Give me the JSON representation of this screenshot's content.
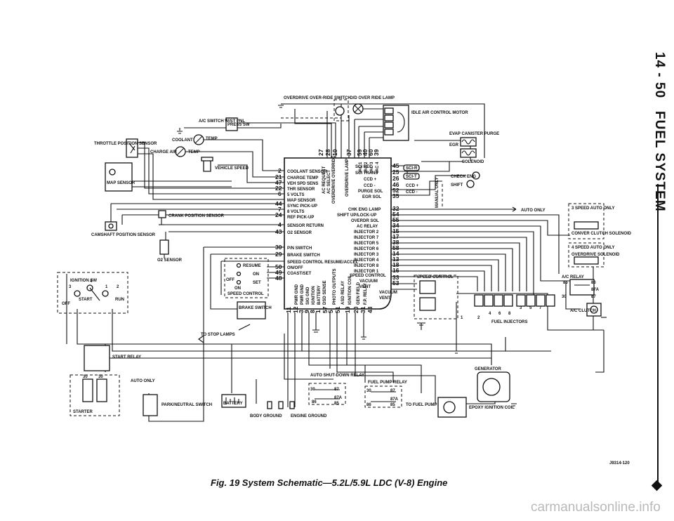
{
  "header": {
    "page_number": "14 - 50",
    "section_title": "FUEL SYSTEM"
  },
  "caption": "Fig. 19 System Schematic—5.2L/5.9L LDC (V-8) Engine",
  "figure_code": "J9314-120",
  "watermark": "carmanualsonline.info",
  "components": {
    "overdrive_switch": "OVERDRIVE OVER-RIDE SWITCH",
    "od_lamp": "O/D OVER RIDE LAMP",
    "idle_air": "IDLE AIR CONTROL MOTOR",
    "ac_switch": "A/C SWITCH W/ST PNL",
    "press_sw": "PRESS SW",
    "coolant_temp": "COOLANT",
    "temp1": "TEMP",
    "charge_air": "CHARGE AIR",
    "temp2": "TEMP",
    "throttle": "THROTTLE POSITION SENSOR",
    "map": "MAP SENSOR",
    "vehicle_speed": "VEHICLE SPEED",
    "crank": "CRANK POSITION SENSOR",
    "cam": "CAMSHAFT POSITION SENSOR",
    "o2": "O2 SENSOR",
    "evap": "EVAP CANISTER PURGE",
    "egr": "EGR",
    "solenoid": "SOLENOID",
    "check_eng": "CHECK ENG",
    "shift": "SHIFT",
    "manual_only": "MANUAL ONLY",
    "auto_only": "AUTO ONLY",
    "speed_auto_1": "3 SPEED AUTO ONLY",
    "conv_clutch": "CONVER CLUTCH SOLENOID",
    "speed_auto_2": "4 SPEED AUTO ONLY",
    "overdrive_sol": "OVERDRIVE SOLENOID",
    "ac_relay": "A/C RELAY",
    "ac_clutch": "A/C CLUTCH",
    "ignition_sw": "IGNITION SW",
    "start": "START",
    "run": "RUN",
    "off": "OFF",
    "start_relay": "START RELAY",
    "auto_only_2": "AUTO ONLY",
    "park_neutral": "PARK/NEUTRAL SWITCH",
    "starter": "STARTER",
    "battery": "BATTERY",
    "body_ground": "BODY GROUND",
    "engine_ground": "ENGINE GROUND",
    "brake_switch": "BRAKE SWITCH",
    "stop_lamps": "TO STOP LAMPS",
    "speed_control_sw": "SPEED CONTROL",
    "resume": "RESUME",
    "on": "ON",
    "set": "SET",
    "off2": "OFF",
    "on2": "ON",
    "auto_shutdown": "AUTO SHUT-DOWN RELAY",
    "fuel_pump_relay": "FUEL PUMP RELAY",
    "to_fuel_pump": "TO FUEL PUMP",
    "generator": "GENERATOR",
    "epoxy_coil": "EPOXY IGNITION COIL",
    "speed_control_vac": "SPEED CONTROL",
    "vacuum": "VACUUM",
    "vent": "VENT",
    "fuel_injectors": "FUEL INJECTORS"
  },
  "ecu_left": {
    "pins": [
      "2",
      "21",
      "47",
      "22",
      "6",
      "44",
      "7",
      "24",
      "4",
      "43",
      "30",
      "29",
      "50",
      "49",
      "48"
    ],
    "labels": [
      "COOLANT SENSOR",
      "CHARGE TEMP",
      "VEH SPD SENS",
      "THR SENSOR",
      "5 VOLTS",
      "MAP SENSOR",
      "SYNC PICK-UP",
      "8 VOLTS",
      "REF PICK-UP",
      "SENSOR RETURN",
      "O2 SENSOR",
      "P/N SWITCH",
      "BRAKE SWITCH",
      "SPEED CONTROL RESUME/ACCEL",
      "ON/OFF",
      "COAST/SET"
    ]
  },
  "ecu_top": {
    "pins": [
      "27",
      "28",
      "10",
      "37",
      "59",
      "40",
      "60",
      "39"
    ],
    "labels": [
      "AC REQUEST",
      "AC SELECT",
      "OVERDRIVE OVERRIDE",
      "OVERDRIVE LAMP",
      "IAC 1",
      "IAC 2",
      "IAC 3",
      "IAC 4"
    ]
  },
  "ecu_right": {
    "pins": [
      "45",
      "25",
      "26",
      "46",
      "52",
      "35",
      "32",
      "54",
      "55",
      "34",
      "15",
      "17",
      "38",
      "58",
      "14",
      "13",
      "18",
      "16",
      "33",
      "53"
    ],
    "labels": [
      "SCI REC",
      "SCI TRANS",
      "CCD +",
      "CCD -",
      "PURGE SOL",
      "EGR SOL",
      "CHK ENG LAMP",
      "SHIFT UP/LOCK-UP",
      "OVERDR SOL",
      "AC RELAY",
      "INJECTOR 2",
      "INJECTOR 7",
      "INJECTOR 5",
      "INJECTOR 6",
      "INJECTOR 3",
      "INJECTOR 4",
      "INJECTOR 8",
      "INJECTOR 1",
      "SPEED CONTROL",
      "VACUUM",
      "VENT"
    ],
    "connector_labels": [
      "SCI-R",
      "SCI-T",
      "CCD +",
      "CCD -"
    ]
  },
  "ecu_bottom": {
    "pins": [
      "11",
      "12",
      "3",
      "9",
      "8",
      "1",
      "57",
      "5",
      "51",
      "19",
      "20",
      "31",
      "43"
    ],
    "labels": [
      "PWR GND",
      "PWR GND",
      "SIG GND",
      "IGNITION",
      "BATTERY",
      "DSD SENSE",
      "PHOTO OUTPUTS",
      "ASD RELAY",
      "IGNITION COIL",
      "GEN FIELD",
      "F.P. RELAY"
    ]
  },
  "ignition_pins": [
    "3",
    "4",
    "1",
    "2"
  ],
  "relay_pins": [
    "30",
    "87",
    "87A",
    "86",
    "85"
  ],
  "injector_ids": [
    "1",
    "3",
    "5",
    "7",
    "2",
    "4",
    "6",
    "8"
  ],
  "ac_relay_pins": [
    "85",
    "86",
    "87A",
    "30",
    "87"
  ]
}
